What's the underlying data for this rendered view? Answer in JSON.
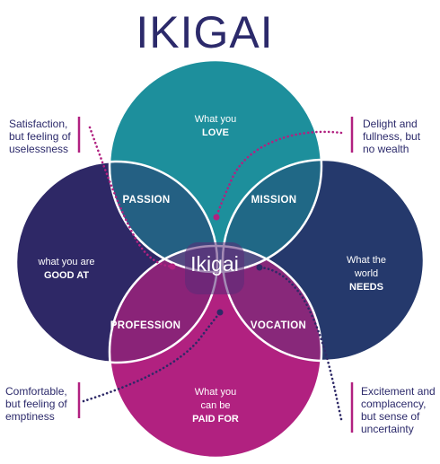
{
  "title": "IKIGAI",
  "center": "Ikigai",
  "circles": {
    "love": {
      "line1": "What you",
      "line2": "LOVE",
      "color": "#1d8f9c"
    },
    "good_at": {
      "line1": "what you are",
      "line2": "GOOD AT",
      "color": "#2e2967"
    },
    "needs": {
      "line1": "What the",
      "line2": "world",
      "line3": "NEEDS",
      "color": "#263a6c"
    },
    "paid": {
      "line1": "What you",
      "line2": "can be",
      "line3": "PAID FOR",
      "color": "#b12180"
    }
  },
  "overlaps": {
    "passion": "PASSION",
    "mission": "MISSION",
    "profession": "PROFESSION",
    "vocation": "VOCATION"
  },
  "notes": {
    "top_left": [
      "Satisfaction,",
      "but feeling of",
      "uselessness"
    ],
    "top_right": [
      "Delight and",
      "fullness, but",
      "no wealth"
    ],
    "bottom_left": [
      "Comfortable,",
      "but feeling of",
      "emptiness"
    ],
    "bottom_right": [
      "Excitement and",
      "complacency,",
      "but sense of",
      "uncertainty"
    ]
  },
  "accent_color": "#b12180",
  "dot_color": "#2e2967"
}
